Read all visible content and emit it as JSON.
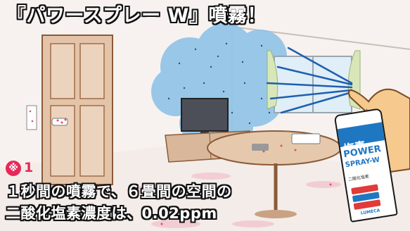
{
  "title": "『パワースプレー W』噴霧！",
  "note": {
    "badge": "※",
    "number": "1"
  },
  "caption": {
    "line1": "１秒間の噴霧で、６畳間の空間の",
    "line2": "二酸化塩素濃度は、0.02ppm"
  },
  "product": {
    "brand_kanji": "塩素",
    "brand_power": "POWER",
    "brand_spray": "SPRAY-W",
    "small_desc": "二酸化塩素",
    "tags": [
      "",
      "",
      ""
    ],
    "maker": "LUMECA"
  },
  "colors": {
    "accent": "#e8285a",
    "cloud": "#8ec3e8",
    "bottle_blue": "#1f77c2"
  }
}
